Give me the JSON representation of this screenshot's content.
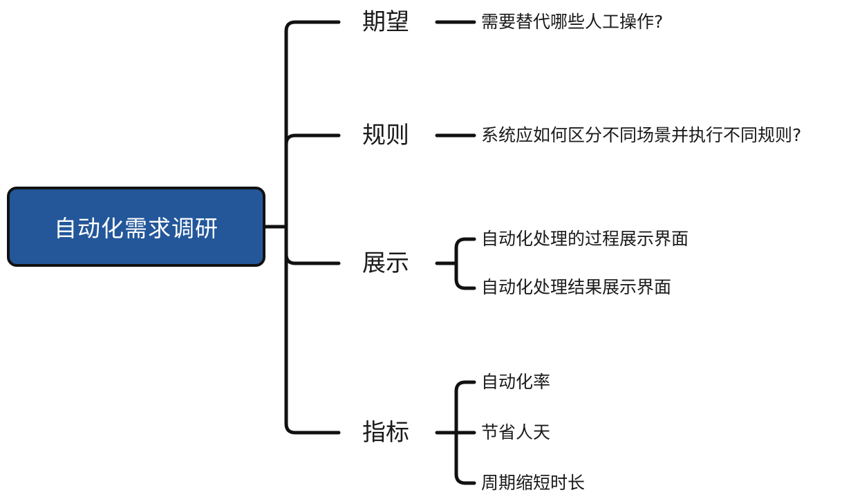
{
  "root": {
    "label": "自动化需求调研",
    "fill_color": "#23579a"
  },
  "branches": [
    {
      "label": "期望",
      "leaves": [
        "需要替代哪些人工操作?"
      ]
    },
    {
      "label": "规则",
      "leaves": [
        "系统应如何区分不同场景并执行不同规则?"
      ]
    },
    {
      "label": "展示",
      "leaves": [
        "自动化处理的过程展示界面",
        "自动化处理结果展示界面"
      ]
    },
    {
      "label": "指标",
      "leaves": [
        "自动化率",
        "节省人天",
        "周期缩短时长"
      ]
    }
  ],
  "colors": {
    "line": "#111111",
    "text": "#1a1a1a",
    "background": "#ffffff"
  }
}
